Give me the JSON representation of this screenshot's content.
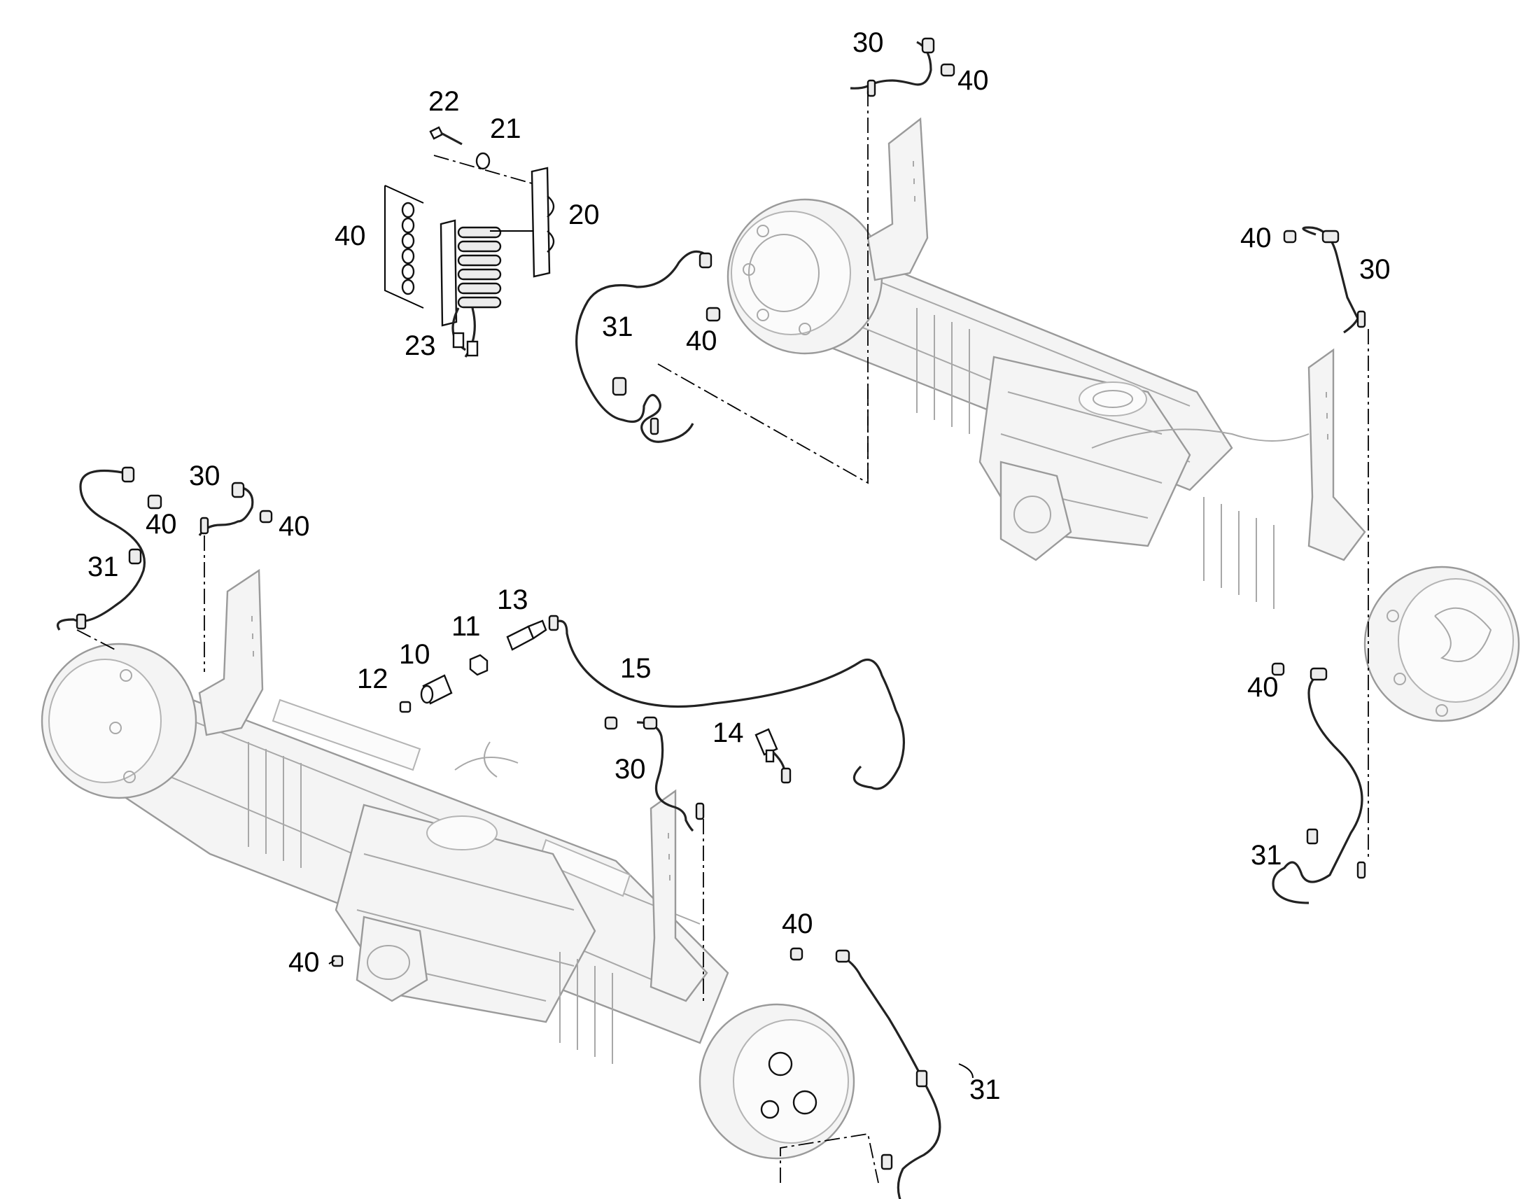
{
  "callouts": {
    "n10": "10",
    "n11": "11",
    "n12": "12",
    "n13": "13",
    "n14": "14",
    "n15": "15",
    "n20": "20",
    "n21": "21",
    "n22": "22",
    "n23": "23",
    "n30": "30",
    "n31": "31",
    "n40": "40"
  }
}
